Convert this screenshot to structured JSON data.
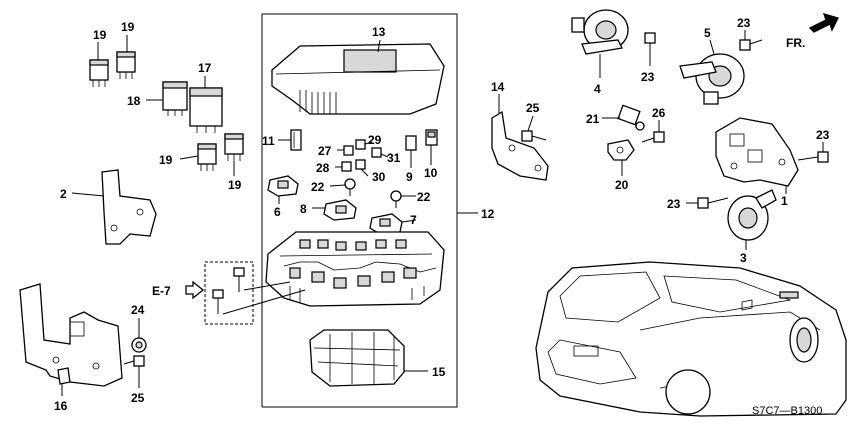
{
  "diagram": {
    "direction_label": "FR.",
    "reference_label": "E-7",
    "drawing_code": "S7C7—B1300",
    "callouts": {
      "c1": "1",
      "c2": "2",
      "c3": "3",
      "c4": "4",
      "c5": "5",
      "c6": "6",
      "c7": "7",
      "c8": "8",
      "c9": "9",
      "c10": "10",
      "c11": "11",
      "c12": "12",
      "c13": "13",
      "c14": "14",
      "c15": "15",
      "c16": "16",
      "c17": "17",
      "c18": "18",
      "c19": "19",
      "c20": "20",
      "c21": "21",
      "c22": "22",
      "c23": "23",
      "c24": "24",
      "c25": "25",
      "c26": "26",
      "c27": "27",
      "c28": "28",
      "c29": "29",
      "c30": "30",
      "c31": "31"
    }
  }
}
